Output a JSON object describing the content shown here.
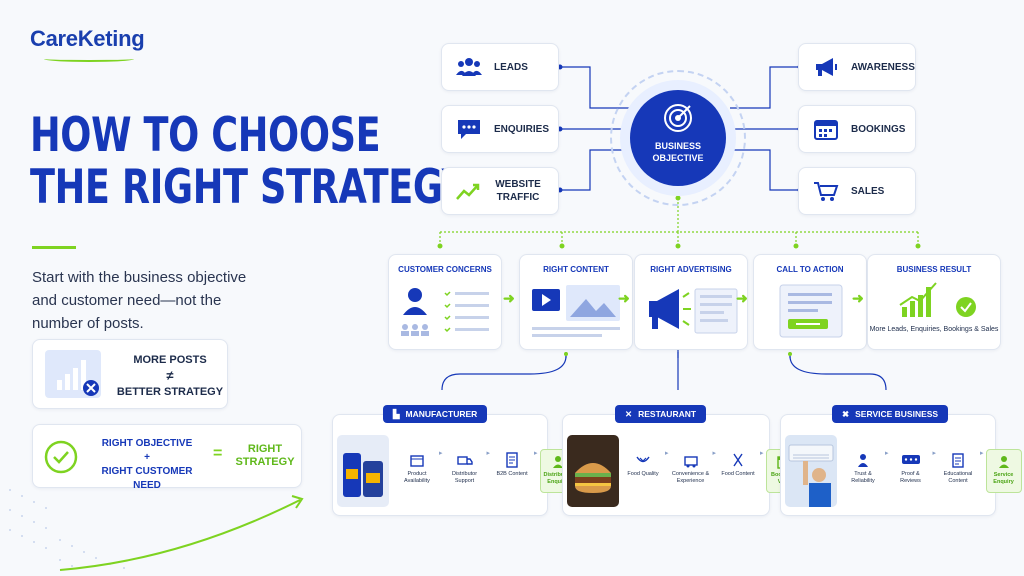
{
  "brand": {
    "logo": "CareKeting"
  },
  "headline": {
    "line1": "HOW TO CHOOSE",
    "line2": "THE RIGHT STRATEGY"
  },
  "intro": "Start with the business objective and customer need—not the number of posts.",
  "posts_card": {
    "line1": "MORE POSTS",
    "symbol": "≠",
    "line2": "BETTER STRATEGY"
  },
  "formula": {
    "line1": "RIGHT OBJECTIVE",
    "plus": "+",
    "line2": "RIGHT CUSTOMER NEED",
    "eq": "=",
    "result": "RIGHT STRATEGY"
  },
  "center": {
    "label": "BUSINESS OBJECTIVE"
  },
  "objectives_left": [
    {
      "label": "LEADS",
      "icon": "people-icon"
    },
    {
      "label": "ENQUIRIES",
      "icon": "chat-icon"
    },
    {
      "label": "WEBSITE TRAFFIC",
      "icon": "trend-icon"
    }
  ],
  "objectives_right": [
    {
      "label": "AWARENESS",
      "icon": "megaphone-icon"
    },
    {
      "label": "BOOKINGS",
      "icon": "calendar-icon"
    },
    {
      "label": "SALES",
      "icon": "cart-icon"
    }
  ],
  "steps": [
    {
      "title": "CUSTOMER CONCERNS"
    },
    {
      "title": "RIGHT CONTENT"
    },
    {
      "title": "RIGHT ADVERTISING"
    },
    {
      "title": "CALL TO ACTION"
    },
    {
      "title": "BUSINESS RESULT",
      "note": "More Leads, Enquiries, Bookings & Sales"
    }
  ],
  "businesses": [
    {
      "tag": "MANUFACTURER",
      "items": [
        "Product Availability",
        "Distributor Support",
        "B2B Content"
      ],
      "end": "Distributor Enquiry"
    },
    {
      "tag": "RESTAURANT",
      "items": [
        "Food Quality",
        "Convenience & Experience",
        "Food Content"
      ],
      "end": "Booking / Visit"
    },
    {
      "tag": "SERVICE BUSINESS",
      "items": [
        "Trust & Reliability",
        "Proof & Reviews",
        "Educational Content"
      ],
      "end": "Service Enquiry"
    }
  ],
  "colors": {
    "primary": "#1638b8",
    "accent": "#7ed321",
    "bg": "#f7f9fc"
  }
}
